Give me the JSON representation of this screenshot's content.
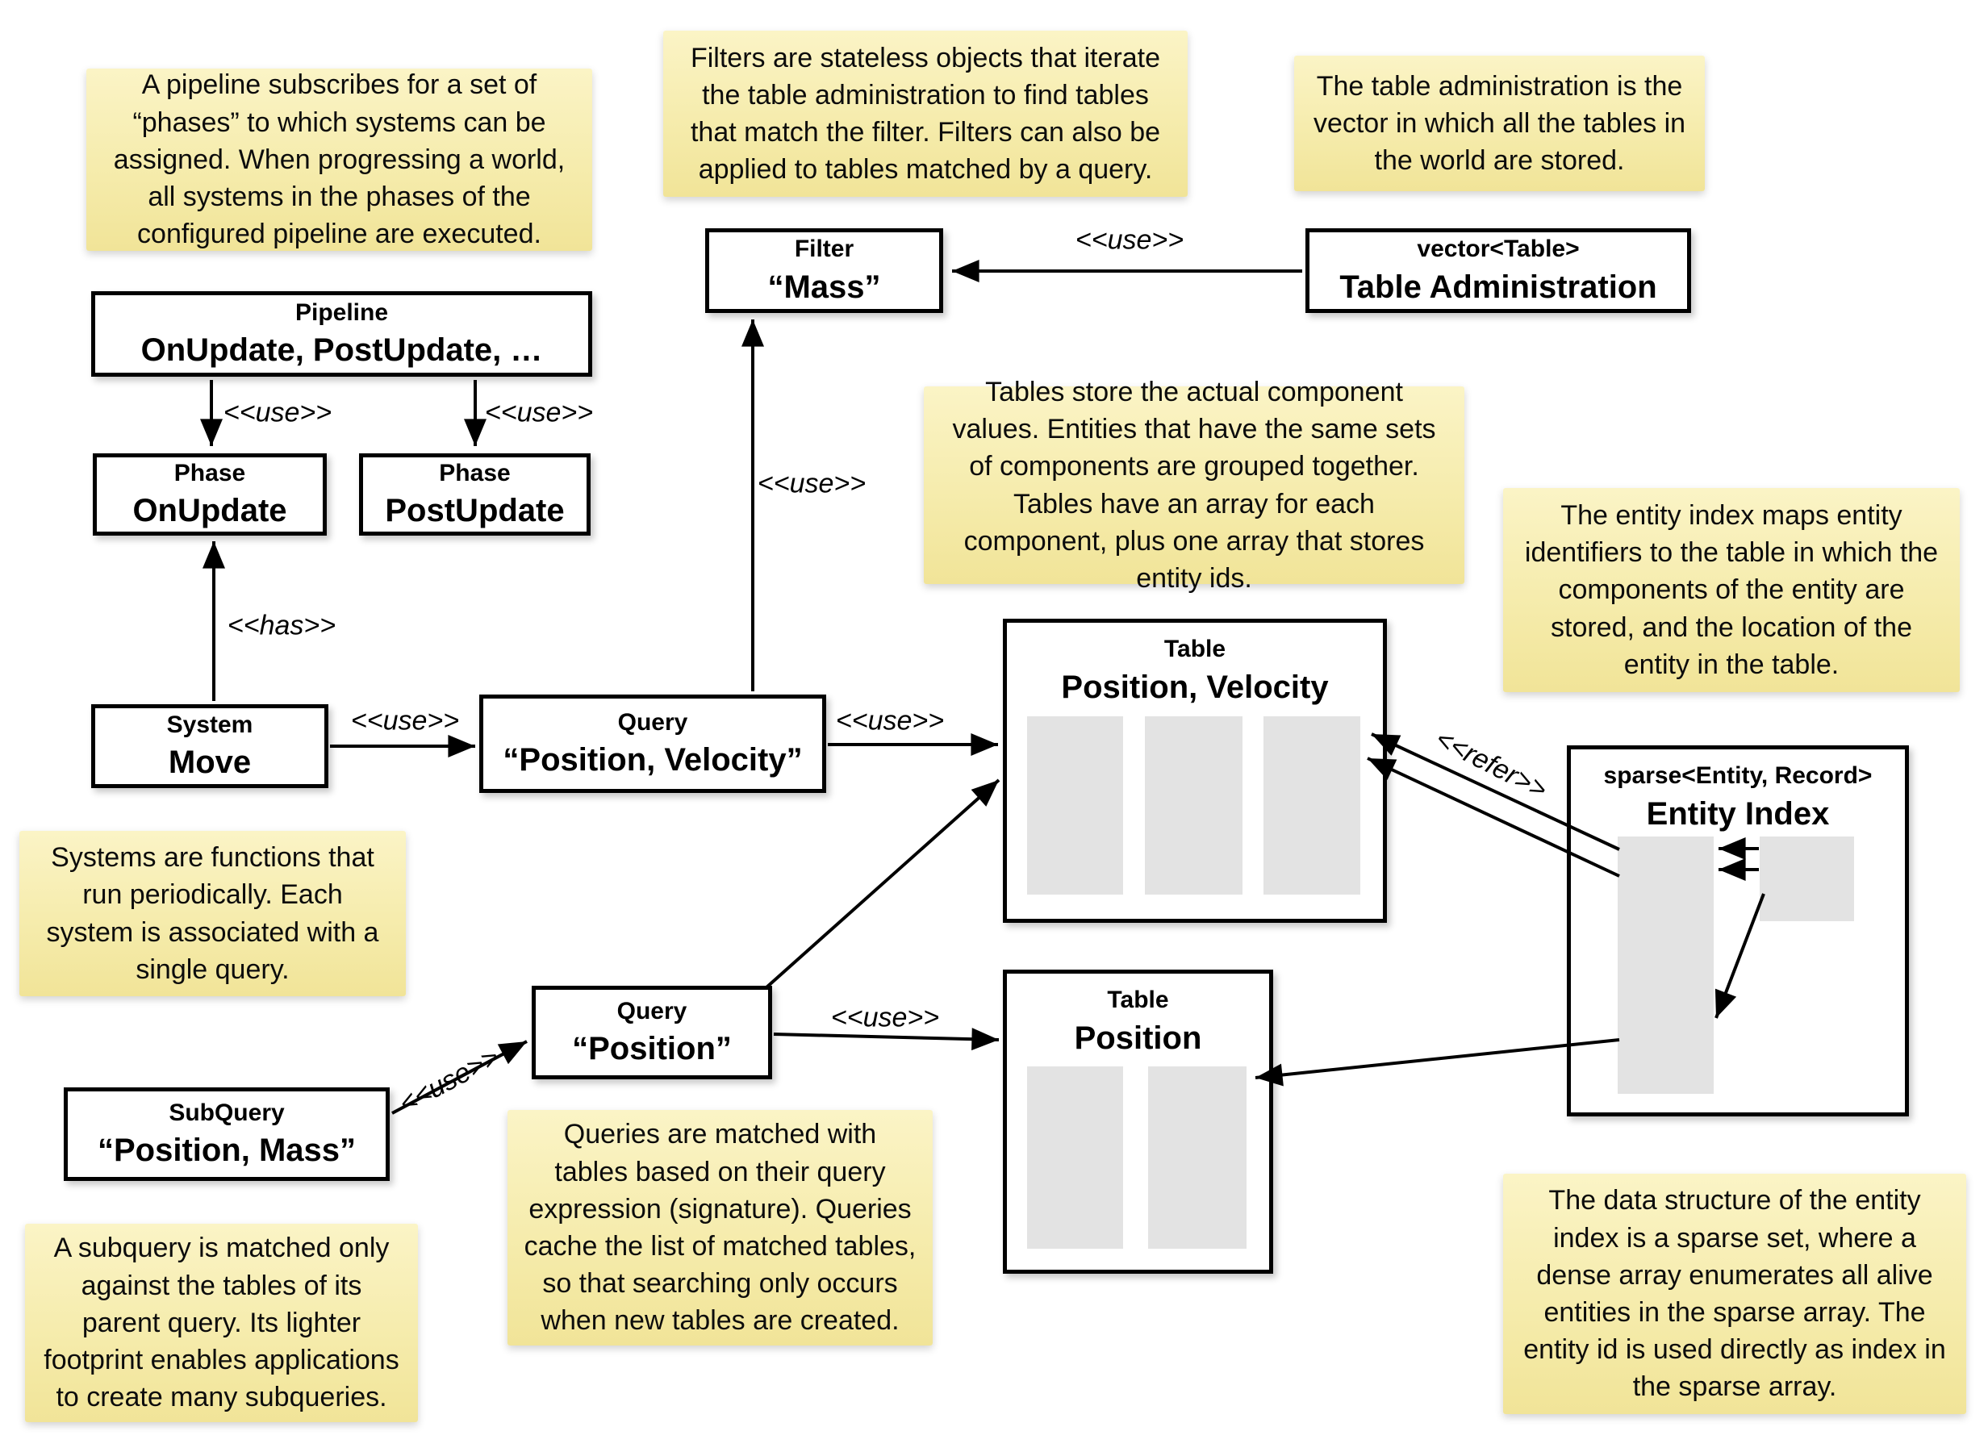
{
  "diagram_title": "ECS world architecture diagram (pipelines, systems, queries, filters, tables, entity index)",
  "colors": {
    "note_background_top": "#fbf4c6",
    "note_background_bottom": "#f1e498",
    "box_background": "#ffffff",
    "box_border": "#000000",
    "edge_line": "#000000",
    "array_fill": "#e3e3e3"
  },
  "notes": [
    {
      "text": "A pipeline subscribes for a set of “phases” to which systems can be assigned. When progressing a world, all systems in the phases of the configured pipeline are executed."
    },
    {
      "text": "Filters are stateless objects that iterate the table administration to find tables that match the filter. Filters can also be applied to tables matched by a query."
    },
    {
      "text": "The table administration is the vector in which all the tables in the world are stored."
    },
    {
      "text": "Tables store the actual component values. Entities that have the same sets of components are grouped together. Tables have an array for each component, plus one array that stores entity ids."
    },
    {
      "text": "The entity index maps entity identifiers to the table in which the components of the entity are stored, and the location of the entity in the table."
    },
    {
      "text": "Systems are functions that run periodically. Each system is associated with a single query."
    },
    {
      "text": "Queries are matched with tables based on their query expression (signature). Queries cache the list of matched tables, so that searching only occurs when new tables are created."
    },
    {
      "text": "A subquery is matched only against the tables of its parent query. Its lighter footprint enables applications to create many subqueries."
    },
    {
      "text": "The data structure of the entity index is a sparse set, where a dense array enumerates all alive entities in the sparse array. The entity id is used directly as index in the sparse array."
    }
  ],
  "nodes": [
    {
      "stereotype": "Filter",
      "name": "“Mass”"
    },
    {
      "stereotype": "vector<Table>",
      "name": "Table Administration"
    },
    {
      "stereotype": "Pipeline",
      "name": "OnUpdate, PostUpdate, …"
    },
    {
      "stereotype": "Phase",
      "name": "OnUpdate"
    },
    {
      "stereotype": "Phase",
      "name": "PostUpdate"
    },
    {
      "stereotype": "System",
      "name": "Move"
    },
    {
      "stereotype": "Query",
      "name": "“Position, Velocity”"
    },
    {
      "stereotype": "Table",
      "name": "Position, Velocity"
    },
    {
      "stereotype": "Table",
      "name": "Position"
    },
    {
      "stereotype": "Query",
      "name": "“Position”"
    },
    {
      "stereotype": "SubQuery",
      "name": "“Position, Mass”"
    },
    {
      "stereotype": "sparse<Entity, Record>",
      "name": "Entity Index"
    }
  ],
  "edges": [
    {
      "label": "<<use>>",
      "from": "Table Administration",
      "to": "Filter “Mass”"
    },
    {
      "label": "<<use>>",
      "from": "Pipeline",
      "to": "Phase OnUpdate"
    },
    {
      "label": "<<use>>",
      "from": "Pipeline",
      "to": "Phase PostUpdate"
    },
    {
      "label": "<<has>>",
      "from": "System Move",
      "to": "Phase OnUpdate"
    },
    {
      "label": "<<use>>",
      "from": "System Move",
      "to": "Query “Position, Velocity”"
    },
    {
      "label": "<<use>>",
      "from": "Query “Position, Velocity”",
      "to": "Filter “Mass”"
    },
    {
      "label": "<<use>>",
      "from": "Query “Position, Velocity”",
      "to": "Table Position, Velocity"
    },
    {
      "label": "<<use>>",
      "from": "SubQuery “Position, Mass”",
      "to": "Query “Position”"
    },
    {
      "label": "<<use>>",
      "from": "Query “Position”",
      "to": "Table Position"
    },
    {
      "label": "<<refer>>",
      "from": "Entity Index",
      "to": "Table Position, Velocity"
    }
  ]
}
